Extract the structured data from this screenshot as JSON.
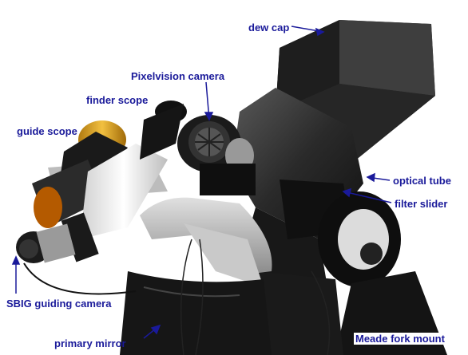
{
  "labels": {
    "dew_cap": "dew cap",
    "pixelvision_camera": "Pixelvision camera",
    "finder_scope": "finder scope",
    "guide_scope": "guide scope",
    "optical_tube": "optical tube",
    "filter_slider": "filter slider",
    "sbig_guiding_camera": "SBIG guiding camera",
    "primary_mirror": "primary mirror",
    "meade_fork_mount": "Meade fork mount"
  },
  "colors": {
    "label_text": "#1a1a9a",
    "arrow": "#1a1a9a",
    "background": "#ffffff",
    "telescope_body": "#1c1c1c",
    "aluminum": "#b8b8b8",
    "guide_scope_white": "#eeeeee",
    "gold_filter": "#d9a21a"
  }
}
